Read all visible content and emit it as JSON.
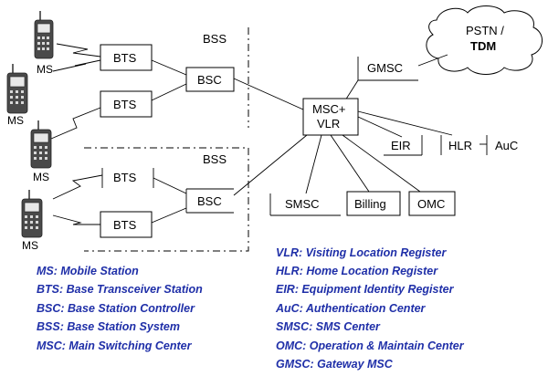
{
  "nodes": {
    "pstn": "PSTN /",
    "tdm": "TDM",
    "gmsc": "GMSC",
    "bss_top": "BSS",
    "bss_bottom": "BSS",
    "bts_1": "BTS",
    "bts_2": "BTS",
    "bts_3": "BTS",
    "bts_4": "BTS",
    "bsc_top": "BSC",
    "bsc_bottom": "BSC",
    "msc_line1": "MSC+",
    "msc_line2": "VLR",
    "eir": "EIR",
    "hlr": "HLR",
    "auc": "AuC",
    "smsc": "SMSC",
    "billing": "Billing",
    "omc": "OMC",
    "ms_1": "MS",
    "ms_2": "MS",
    "ms_3": "MS",
    "ms_4": "MS"
  },
  "legend_left": [
    "MS: Mobile Station",
    "BTS: Base Transceiver Station",
    "BSC: Base Station Controller",
    "BSS: Base Station System",
    "MSC: Main Switching Center"
  ],
  "legend_right": [
    "VLR: Visiting Location Register",
    "HLR: Home Location Register",
    "EIR: Equipment Identity Register",
    "AuC: Authentication Center",
    "SMSC: SMS Center",
    "OMC: Operation & Maintain Center",
    "GMSC: Gateway MSC"
  ],
  "colors": {
    "legend": "#1f2fa8",
    "lines": "#000000"
  }
}
